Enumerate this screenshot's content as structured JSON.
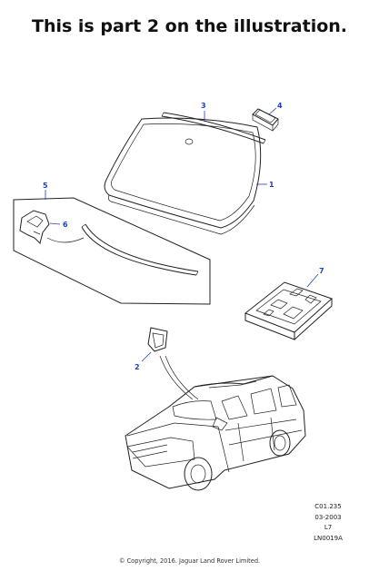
{
  "heading": "This is part 2 on the illustration.",
  "callouts": {
    "p1": "1",
    "p2": "2",
    "p3": "3",
    "p4": "4",
    "p5": "5",
    "p6": "6",
    "p7": "7"
  },
  "reference": {
    "line1": "C01.235",
    "line2": "03-2003",
    "line3": "L7",
    "line4": "LN0019A"
  },
  "copyright": "© Copyright, 2016. Jaguar Land Rover Limited.",
  "colors": {
    "callout": "#1f3fbf",
    "line": "#222222"
  }
}
